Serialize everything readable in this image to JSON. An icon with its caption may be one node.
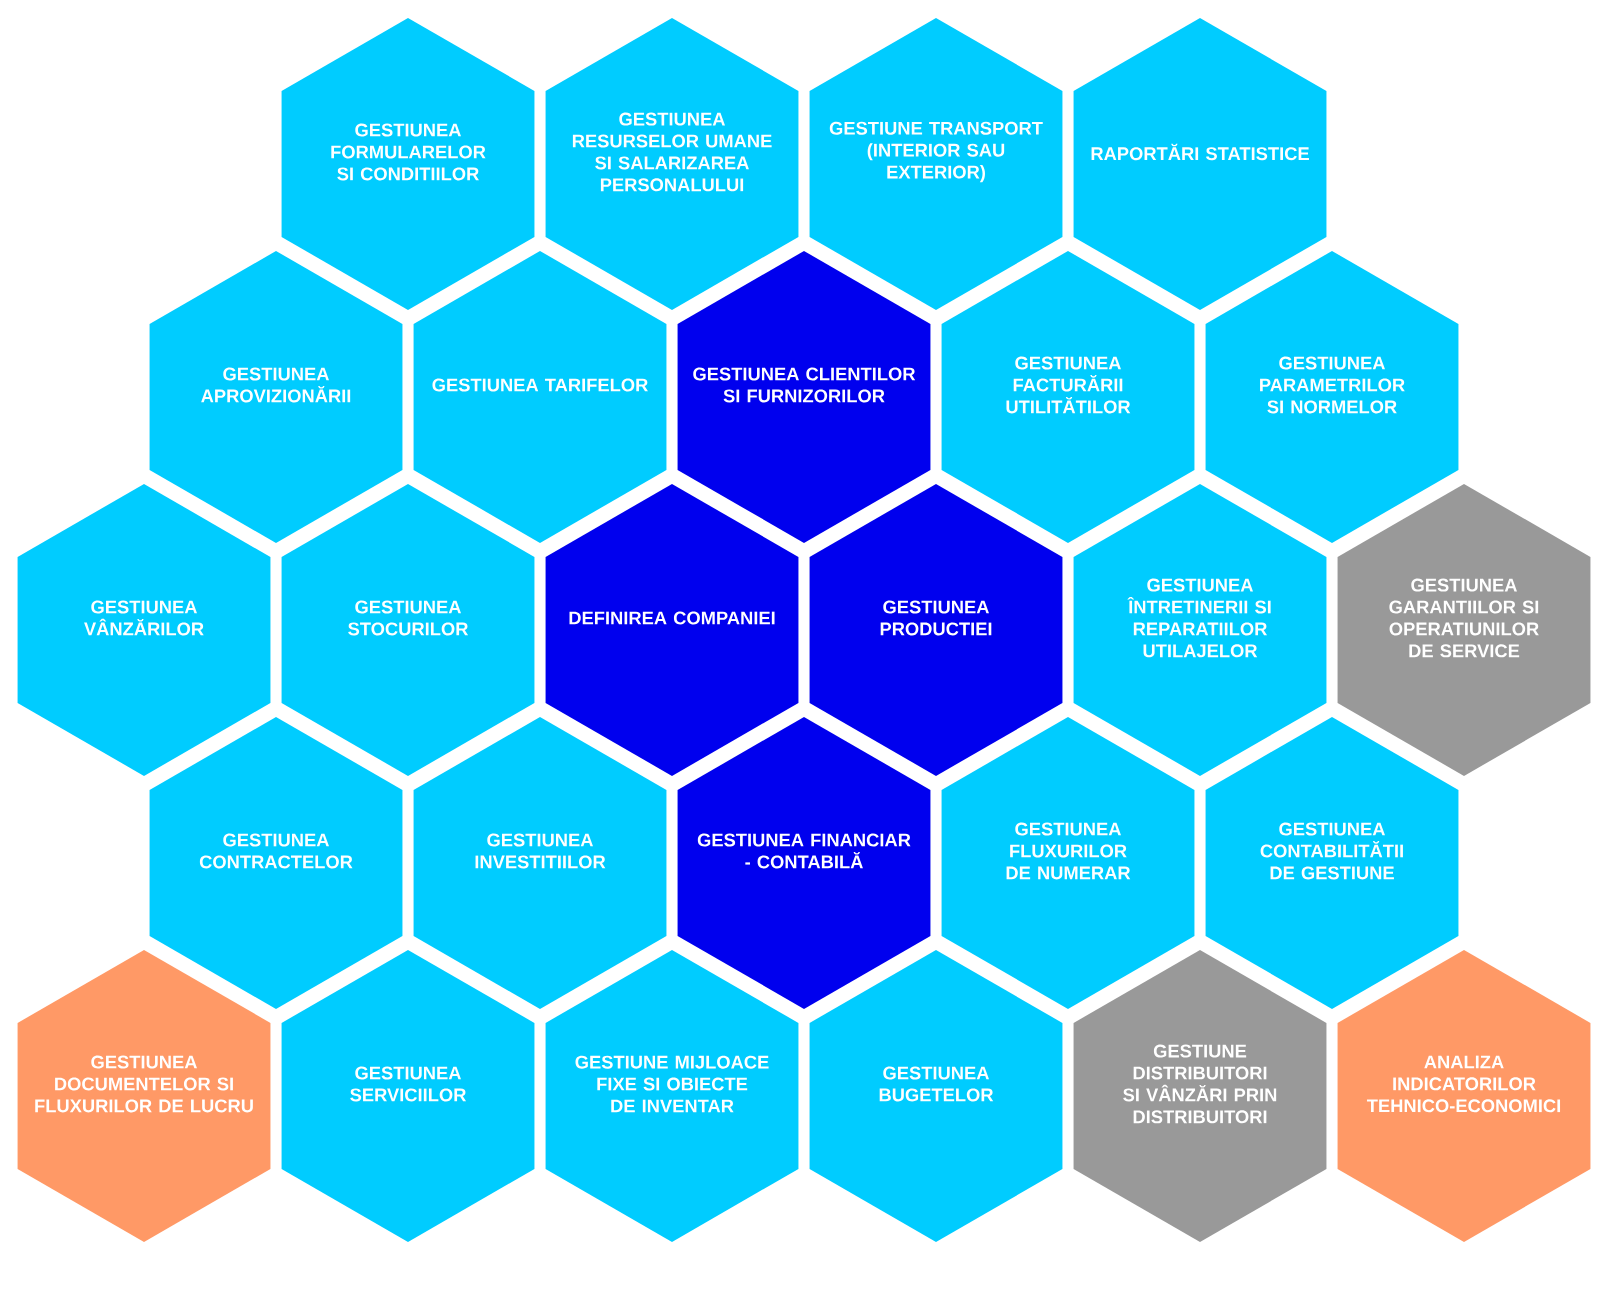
{
  "diagram": {
    "nodes": [
      {
        "text": [
          "GESTIUNEA FORMULARELOR SI CONDITIILOR"
        ]
      },
      {
        "text": [
          "GESTIUNEA RESURSELOR UMANE SI SALARIZAREA PERSONALULUI"
        ]
      },
      {
        "text": [
          "GESTIUNE TRANSPORT (INTERIOR SAU EXTERIOR)"
        ]
      },
      {
        "text": [
          "RAPORTĂRI STATISTICE"
        ]
      },
      {
        "text": [
          "GESTIUNEA APROVIZIONĂRII"
        ]
      },
      {
        "text": [
          "GESTIUNEA TARIFELOR"
        ]
      },
      {
        "text": [
          "GESTIUNEA CLIENTILOR SI FURNIZORILOR"
        ]
      },
      {
        "text": [
          "GESTIUNEA FACTURĂRII UTILITĂTILOR"
        ]
      },
      {
        "text": [
          "GESTIUNEA PARAMETRILOR SI NORMELOR"
        ]
      },
      {
        "text": [
          "GESTIUNEA VÂNZĂRILOR"
        ]
      },
      {
        "text": [
          "GESTIUNEA STOCURILOR"
        ]
      },
      {
        "text": [
          "DEFINIREA COMPANIEI"
        ]
      },
      {
        "text": [
          "GESTIUNEA PRODUCTIEI"
        ]
      },
      {
        "text": [
          "GESTIUNEA ÎNTRETINERII SI REPARATIILOR UTILAJELOR"
        ]
      },
      {
        "text": [
          "GESTIUNEA GARANTIILOR SI OPERATIUNILOR DE SERVICE"
        ]
      },
      {
        "text": [
          "GESTIUNEA CONTRACTELOR"
        ]
      },
      {
        "text": [
          "GESTIUNEA INVESTITIILOR"
        ]
      },
      {
        "text": [
          "GESTIUNEA FINANCIAR - CONTABILĂ"
        ]
      },
      {
        "text": [
          "GESTIUNEA FLUXURILOR DE NUMERAR"
        ]
      },
      {
        "text": [
          "GESTIUNEA CONTABILITĂTII DE GESTIUNE"
        ]
      },
      {
        "text": [
          "GESTIUNEA DOCUMENTELOR SI FLUXURILOR DE LUCRU"
        ]
      },
      {
        "text": [
          "GESTIUNEA SERVICIILOR"
        ]
      },
      {
        "text": [
          "GESTIUNE MIJLOACE FIXE SI OBIECTE DE INVENTAR"
        ]
      },
      {
        "text": [
          "GESTIUNEA BUGETELOR"
        ]
      },
      {
        "text": [
          "GESTIUNE DISTRIBUITORI SI VÂNZĂRI PRIN DISTRIBUITORI"
        ]
      },
      {
        "text": [
          "ANALIZA INDICATORILOR TEHNICO-ECONOMICI"
        ]
      }
    ]
  }
}
